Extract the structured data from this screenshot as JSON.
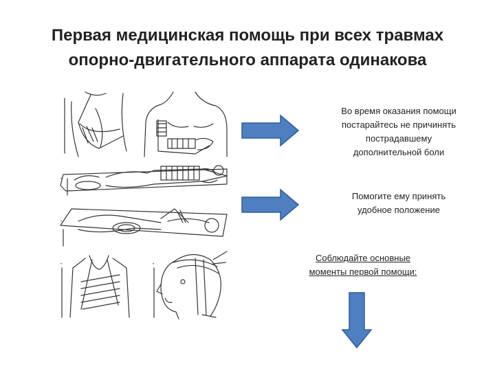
{
  "title": {
    "line1": "Первая медицинская помощь при всех травмах",
    "line2": "опорно-двигательного аппарата одинакова"
  },
  "tips": [
    {
      "lines": [
        "Во время  оказания помощи",
        "постарайтесь  не причинять",
        "пострадавшему",
        "дополнительной боли"
      ]
    },
    {
      "lines": [
        "Помогите ему принять",
        "удобное положение"
      ]
    },
    {
      "lines": [
        "Соблюдайте  основные",
        "моменты первой помощи:"
      ]
    }
  ],
  "colors": {
    "arrow_fill": "#4f7fc0",
    "arrow_stroke": "#2f5d98",
    "line_art": "#333333"
  },
  "icons": [
    "right-arrow-icon",
    "right-arrow-icon",
    "down-arrow-icon"
  ]
}
